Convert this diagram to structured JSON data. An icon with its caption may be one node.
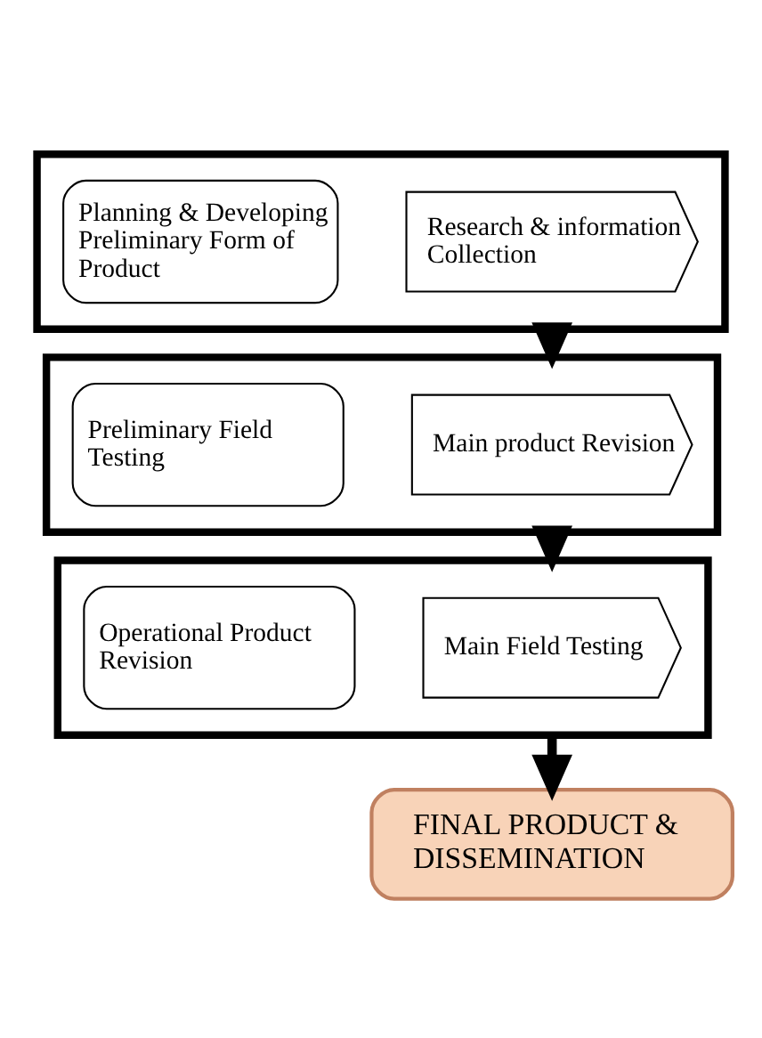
{
  "diagram": {
    "nodes": [
      {
        "text": [],
        "shape": "box"
      },
      {
        "text": [
          "Research & information Collection"
        ],
        "in": 0
      },
      {
        "text": [
          "Planning & Developing Preliminary Form of Product"
        ],
        "in": 0
      },
      {
        "text": [],
        "shape": "box"
      },
      {
        "text": [
          "Main product Revision"
        ],
        "in": 3
      },
      {
        "text": [
          "Preliminary Field Testing"
        ],
        "in": 3
      },
      {
        "text": [],
        "shape": "box"
      },
      {
        "text": [
          "Main Field Testing"
        ],
        "in": 6
      },
      {
        "text": [
          "Operational Product Revision"
        ],
        "in": 6
      },
      {
        "text": [
          "FINAL PRODUCT & DISSEMINATION"
        ]
      }
    ],
    "edges": [
      {
        "from": 0,
        "to": 3,
        "arrow": "to"
      },
      {
        "from": 3,
        "to": 6,
        "arrow": "to"
      },
      {
        "from": 6,
        "to": 9,
        "arrow": "to"
      }
    ]
  }
}
